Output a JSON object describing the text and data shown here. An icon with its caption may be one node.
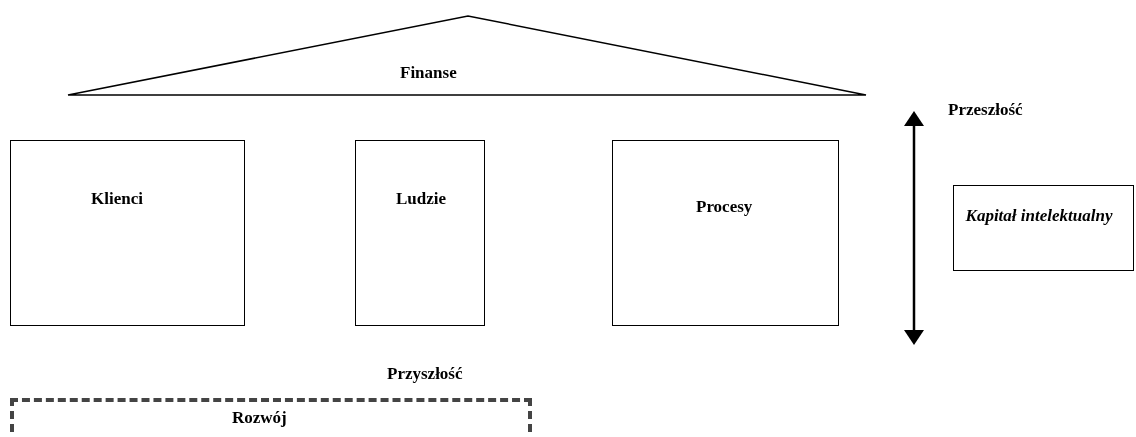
{
  "diagram": {
    "nodes": [
      {
        "text": [
          "Finanse"
        ]
      },
      {
        "text": [
          "Klienci"
        ]
      },
      {
        "text": [
          "Ludzie"
        ]
      },
      {
        "text": [
          "Procesy"
        ]
      },
      {
        "text": [
          "Kapitał intelektualny"
        ]
      },
      {
        "text": [
          "Rozwój"
        ]
      }
    ],
    "labels": [
      "Przeszłość",
      "Przyszłość"
    ]
  }
}
